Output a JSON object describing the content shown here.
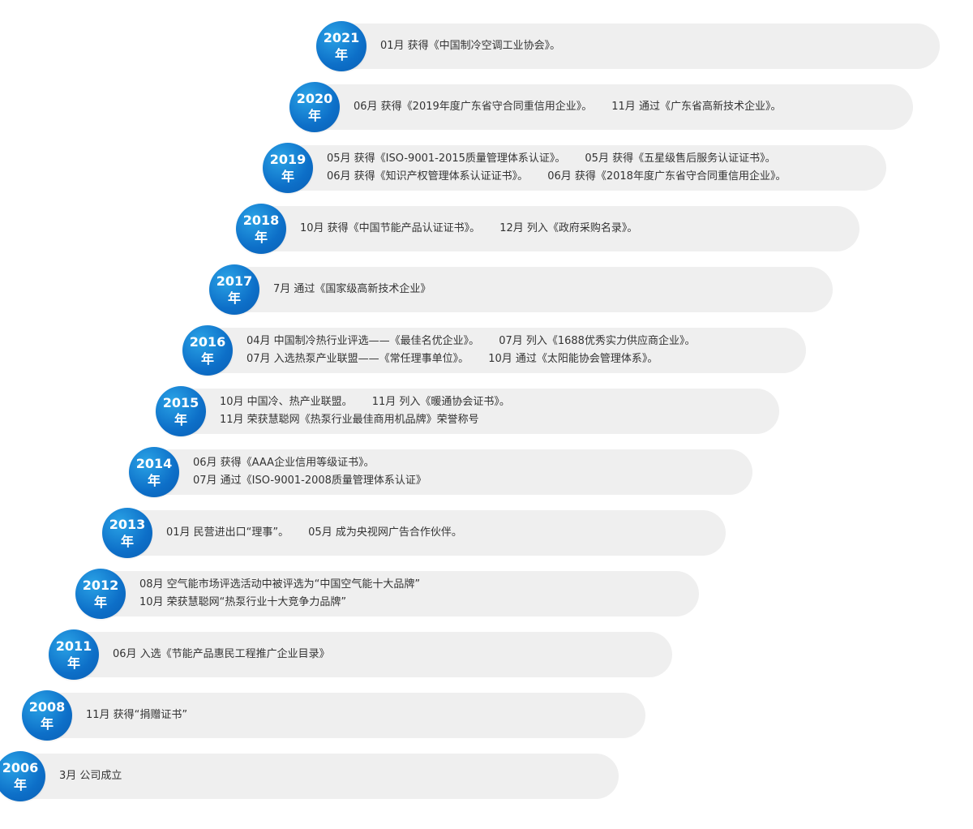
{
  "timeline": [
    {
      "year": "2021",
      "unit": "年",
      "lines": [
        [
          "01月 获得《中国制冷空调工业协会》。"
        ]
      ]
    },
    {
      "year": "2020",
      "unit": "年",
      "lines": [
        [
          "06月 获得《2019年度广东省守合同重信用企业》。",
          "11月 通过《广东省高新技术企业》。"
        ]
      ]
    },
    {
      "year": "2019",
      "unit": "年",
      "lines": [
        [
          "05月 获得《ISO-9001-2015质量管理体系认证》。",
          "05月 获得《五星级售后服务认证证书》。"
        ],
        [
          "06月 获得《知识产权管理体系认证证书》。",
          "06月 获得《2018年度广东省守合同重信用企业》。"
        ]
      ]
    },
    {
      "year": "2018",
      "unit": "年",
      "lines": [
        [
          "10月 获得《中国节能产品认证证书》。",
          "12月 列入《政府采购名录》。"
        ]
      ]
    },
    {
      "year": "2017",
      "unit": "年",
      "lines": [
        [
          "7月 通过《国家级高新技术企业》"
        ]
      ]
    },
    {
      "year": "2016",
      "unit": "年",
      "lines": [
        [
          "04月 中国制冷热行业评选——《最佳名优企业》。",
          "07月 列入《1688优秀实力供应商企业》。"
        ],
        [
          "07月 入选热泵产业联盟——《常任理事单位》。",
          "10月 通过《太阳能协会管理体系》。"
        ]
      ]
    },
    {
      "year": "2015",
      "unit": "年",
      "lines": [
        [
          "10月 中国冷、热产业联盟。",
          "11月 列入《暖通协会证书》。"
        ],
        [
          "11月 荣获慧聪网《热泵行业最佳商用机品牌》荣誉称号"
        ]
      ]
    },
    {
      "year": "2014",
      "unit": "年",
      "lines": [
        [
          "06月 获得《AAA企业信用等级证书》。"
        ],
        [
          "07月 通过《ISO-9001-2008质量管理体系认证》"
        ]
      ]
    },
    {
      "year": "2013",
      "unit": "年",
      "lines": [
        [
          "01月 民营进出口“理事”。",
          "05月 成为央视网广告合作伙伴。"
        ]
      ]
    },
    {
      "year": "2012",
      "unit": "年",
      "lines": [
        [
          "08月 空气能市场评选活动中被评选为“中国空气能十大品牌”"
        ],
        [
          "10月 荣获慧聪网“热泵行业十大竞争力品牌”"
        ]
      ]
    },
    {
      "year": "2011",
      "unit": "年",
      "lines": [
        [
          "06月 入选《节能产品惠民工程推广企业目录》"
        ]
      ]
    },
    {
      "year": "2008",
      "unit": "年",
      "lines": [
        [
          "11月 获得“捐赠证书”"
        ]
      ]
    },
    {
      "year": "2006",
      "unit": "年",
      "lines": [
        [
          "3月 公司成立"
        ]
      ]
    }
  ]
}
